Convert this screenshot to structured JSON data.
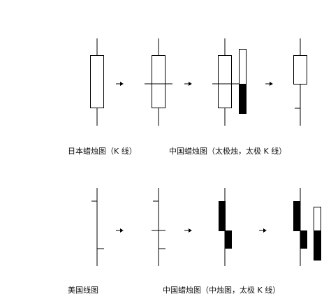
{
  "captions": {
    "japanese_candlestick": "日本蜡烛图（K 线）",
    "chinese_candlestick_taiji": "中国蜡烛图（太极烛，太极 K 线）",
    "american_line": "美国线图",
    "chinese_candlestick_middle": "中国蜡烛图（中烛图，太极 K 线）"
  },
  "colors": {
    "stroke": "#000000",
    "fill_dark": "#000000",
    "fill_light": "#ffffff"
  }
}
